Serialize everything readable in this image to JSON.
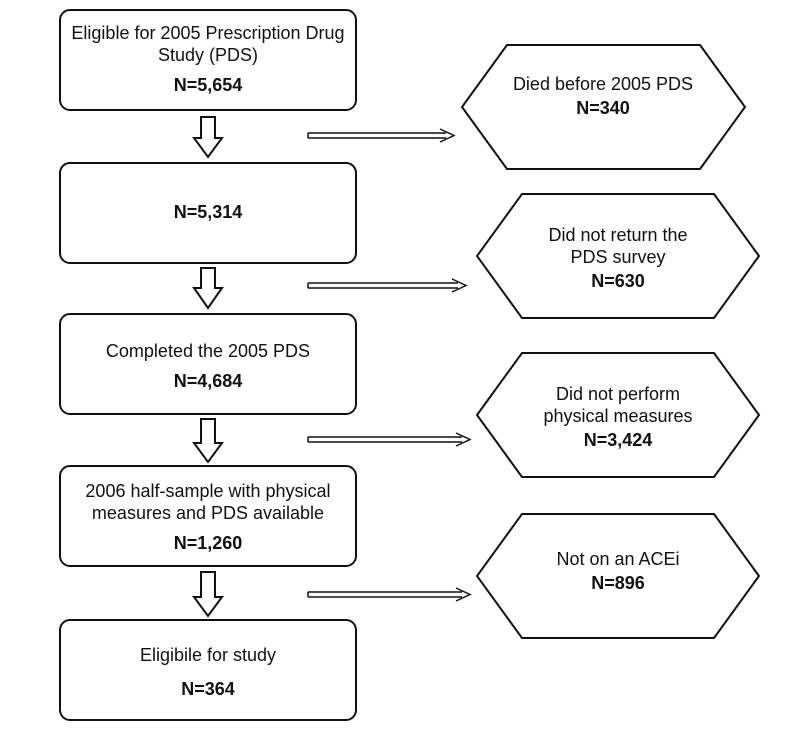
{
  "flow": {
    "main_boxes": [
      {
        "label": "Eligible for 2005 Prescription Drug Study (PDS)",
        "count": "N=5,654"
      },
      {
        "label": "",
        "count": "N=5,314"
      },
      {
        "label": "Completed the 2005 PDS",
        "count": "N=4,684"
      },
      {
        "label": "2006 half-sample with physical measures and PDS available",
        "count": "N=1,260"
      },
      {
        "label": "Eligibile for study",
        "count": "N=364"
      }
    ],
    "exclusions": [
      {
        "label": "Died before 2005 PDS",
        "count": "N=340"
      },
      {
        "label": "Did not return the PDS survey",
        "count": "N=630"
      },
      {
        "label": "Did not perform physical measures",
        "count": "N=3,424"
      },
      {
        "label": "Not on an ACEi",
        "count": "N=896"
      }
    ]
  },
  "colors": {
    "stroke": "#111111",
    "fill": "#ffffff",
    "text": "#111111"
  }
}
